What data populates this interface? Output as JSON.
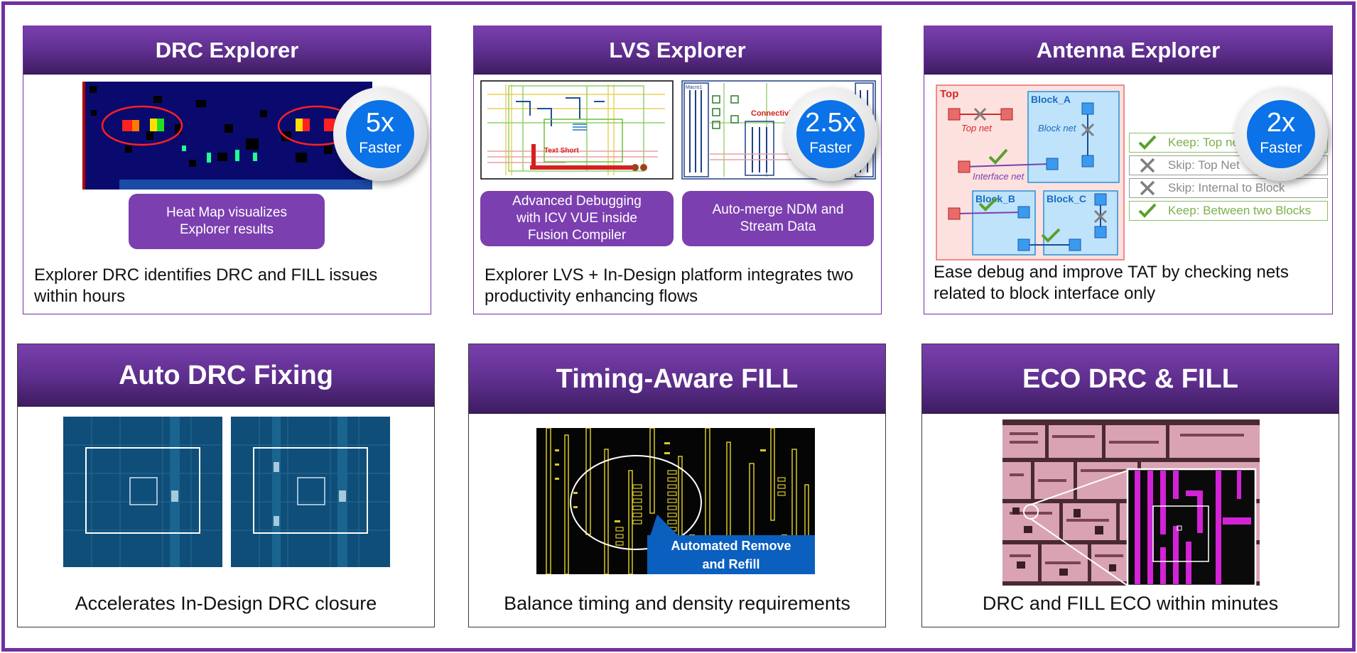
{
  "panels": {
    "drc": {
      "title": "DRC Explorer",
      "badge": {
        "value": "5x",
        "label": "Faster"
      },
      "pill": "Heat Map visualizes Explorer results",
      "caption": "Explorer DRC identifies DRC and FILL issues within hours"
    },
    "lvs": {
      "title": "LVS Explorer",
      "badge": {
        "value": "2.5x",
        "label": "Faster"
      },
      "pill_left": "Advanced Debugging with ICV VUE inside Fusion Compiler",
      "pill_right": "Auto-merge NDM and Stream Data",
      "text_short": "Text Short",
      "connectivity": "Connectivit",
      "macro": "Macro1",
      "caption": "Explorer LVS + In-Design platform integrates two productivity enhancing flows"
    },
    "antenna": {
      "title": "Antenna Explorer",
      "badge": {
        "value": "2x",
        "label": "Faster"
      },
      "diagram": {
        "top": "Top",
        "top_net": "Top net",
        "block_a": "Block_A",
        "block_net": "Block net",
        "interface_net": "Interface net",
        "block_b": "Block_B",
        "block_c": "Block_C"
      },
      "legend": [
        {
          "icon": "check",
          "text": "Keep: Top net"
        },
        {
          "icon": "cross",
          "text": "Skip: Top Net"
        },
        {
          "icon": "cross",
          "text": "Skip: Internal to Block"
        },
        {
          "icon": "check",
          "text": "Keep: Between two Blocks"
        }
      ],
      "caption": "Ease debug and improve TAT by checking nets related to block interface only"
    },
    "auto_drc": {
      "title": "Auto DRC Fixing",
      "caption": "Accelerates In-Design DRC closure"
    },
    "timing_fill": {
      "title": "Timing-Aware FILL",
      "callout": "Automated Remove and Refill",
      "caption": "Balance timing and density requirements"
    },
    "eco": {
      "title": "ECO DRC & FILL",
      "caption": "DRC and FILL ECO within minutes"
    }
  },
  "colors": {
    "frame": "#7030a0",
    "header": "#5d2e8c",
    "pill": "#7b3fb0",
    "badge_blue": "#0b72e8",
    "callout": "#0a5fbf"
  }
}
